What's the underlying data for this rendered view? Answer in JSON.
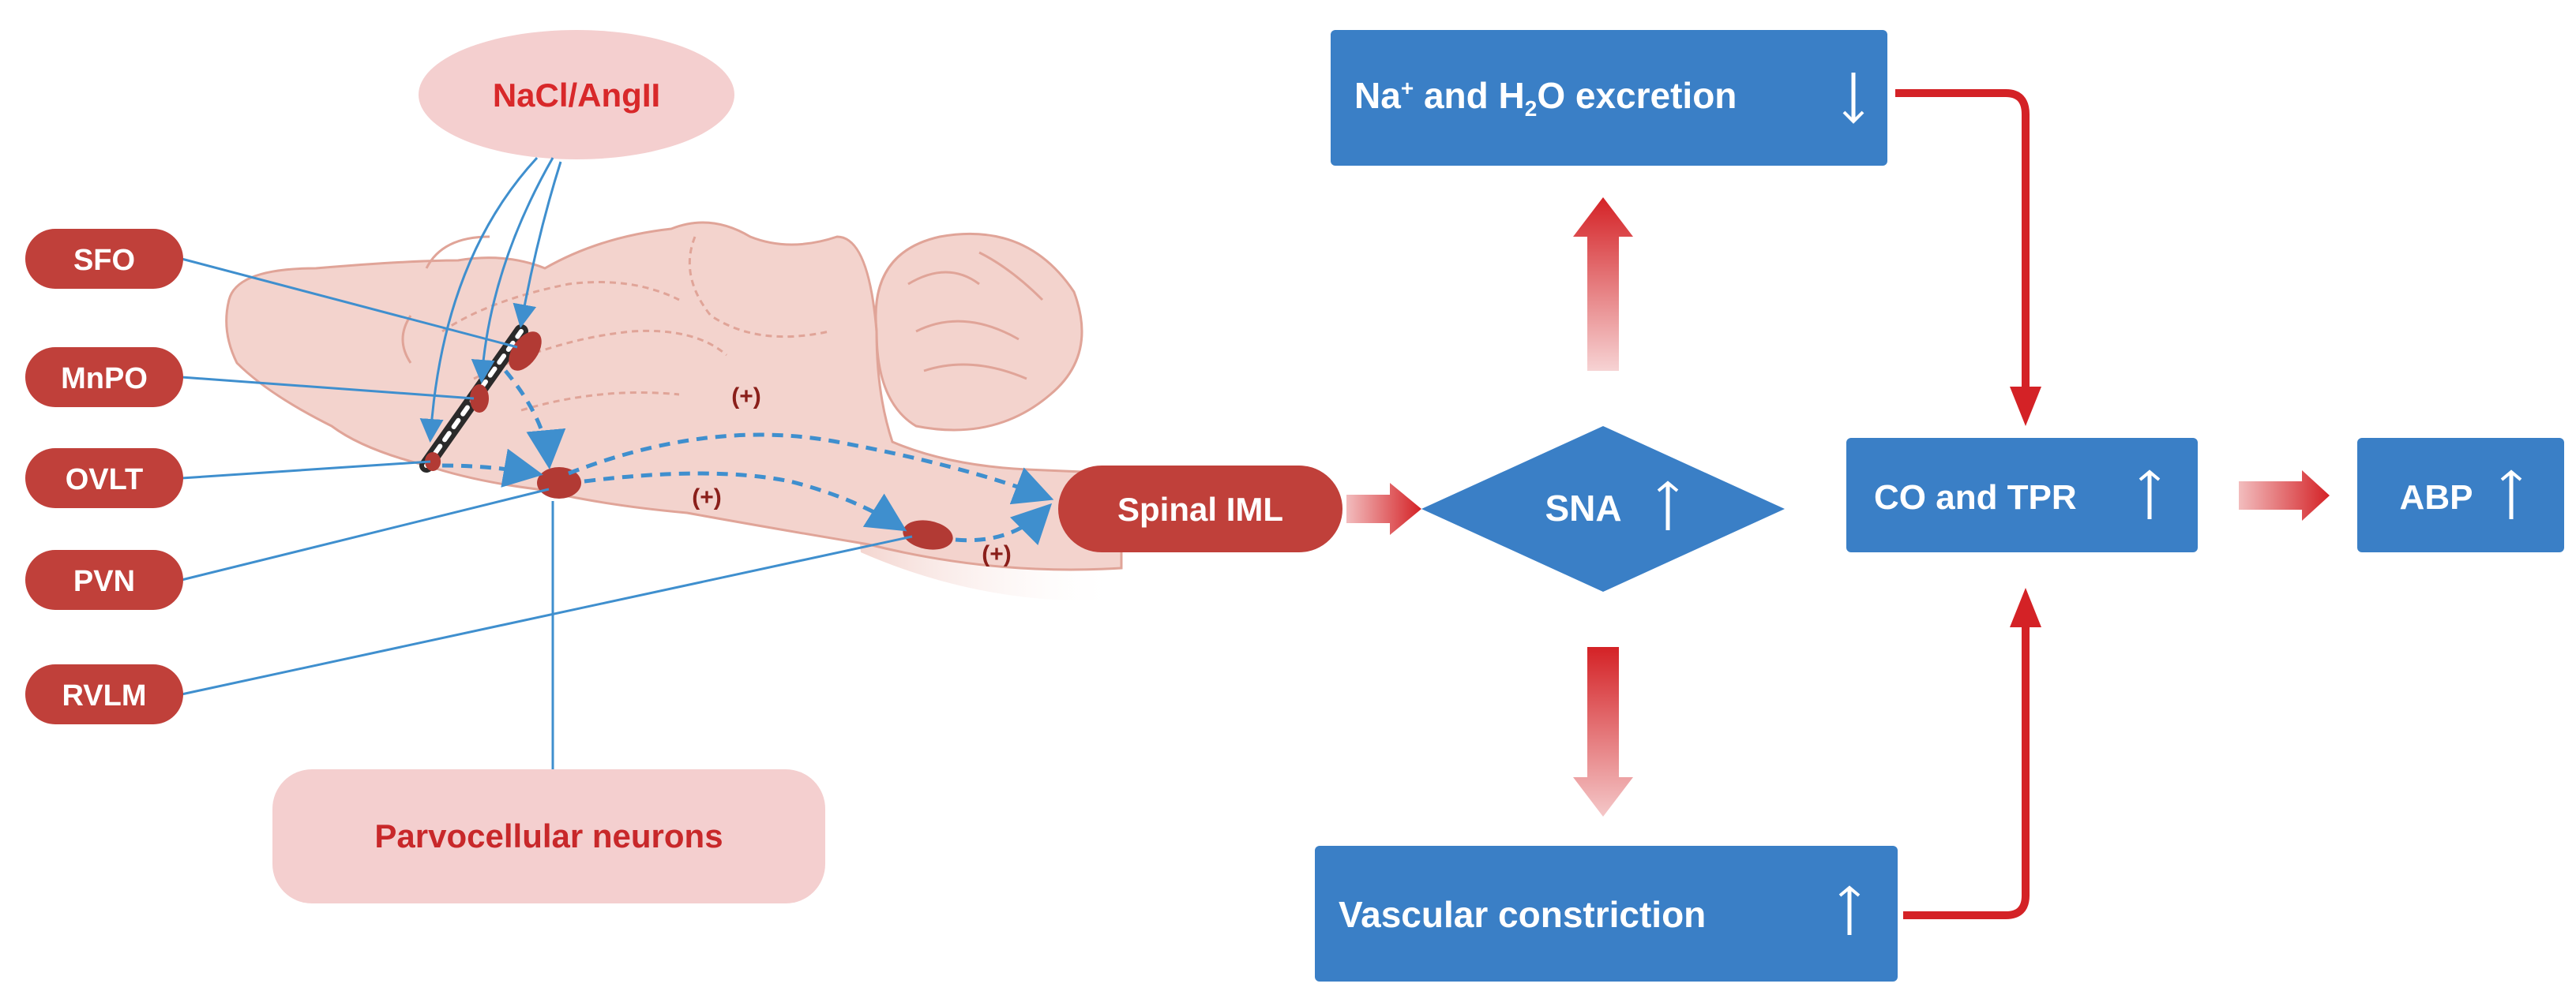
{
  "stimulus": {
    "label": "NaCl/AngII"
  },
  "regions": [
    {
      "key": "sfo",
      "label": "SFO"
    },
    {
      "key": "mnpo",
      "label": "MnPO"
    },
    {
      "key": "ovlt",
      "label": "OVLT"
    },
    {
      "key": "pvn",
      "label": "PVN"
    },
    {
      "key": "rvlm",
      "label": "RVLM"
    }
  ],
  "parvocellular": {
    "label": "Parvocellular neurons"
  },
  "excitatory_marks": [
    "(+)",
    "(+)",
    "(+)"
  ],
  "spinal": {
    "label": "Spinal IML"
  },
  "sna": {
    "label": "SNA",
    "arrow": "up-arrow-icon"
  },
  "boxes": {
    "excretion": {
      "prefix": "Na",
      "sup": "+",
      "middle": " and H",
      "sub": "2",
      "suffix": "O excretion",
      "arrow": "down-arrow-icon"
    },
    "vascular": {
      "label": "Vascular constriction",
      "arrow": "up-arrow-icon"
    },
    "co_tpr": {
      "label": "CO and TPR",
      "arrow": "up-arrow-icon"
    },
    "abp": {
      "label": "ABP",
      "arrow": "up-arrow-icon"
    }
  },
  "colors": {
    "region_pill": "#c0403a",
    "stimulus_fill": "#f4cfcf",
    "stimulus_text": "#d8282a",
    "parvo_text": "#c8282a",
    "brain_fill": "#f3d3cd",
    "brain_stroke": "#e0a498",
    "leader": "#3f8fce",
    "box": "#3a7fc6",
    "red_arrow": "#d42226"
  }
}
